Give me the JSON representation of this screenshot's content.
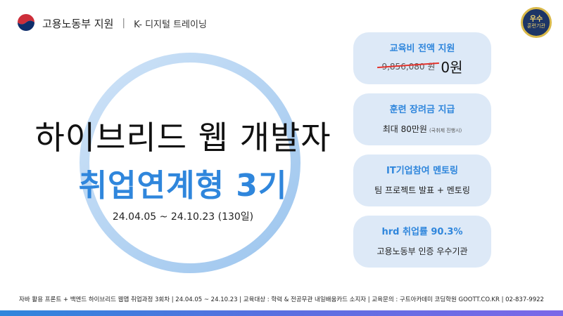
{
  "header": {
    "agency": "고용노동부 지원",
    "separator": "|",
    "program": "K- 디지털 트레이닝"
  },
  "badge": {
    "line1": "우수",
    "line2": "훈련기관"
  },
  "hero": {
    "title_line1": "하이브리드 웹 개발자",
    "title_line2": "취업연계형 3기",
    "period": "24.04.05 ~ 24.10.23 (130일)"
  },
  "cards": [
    {
      "title": "교육비 전액 지원",
      "old_price": "9,856,080 원",
      "new_price": "0원"
    },
    {
      "title": "훈련 장려금 지급",
      "body": "최대 80만원",
      "note": "(국취제 진행시)"
    },
    {
      "title": "IT기업참여 멘토링",
      "body": "팀 프로젝트 발표 + 멘토링"
    },
    {
      "title": "hrd 취업률 90.3%",
      "body": "고용노동부 인증 우수기관"
    }
  ],
  "footer": {
    "text": "자바 활용 프론트 + 백엔드 하이브리드 웹앱 취업과정 3회차   |  24.04.05 ~ 24.10.23   |  교육대상 : 학력 & 전공무관 내일배움카드 소지자   |   교육문의 : 구트아카데미 코딩학원 GOOTT.CO.KR | 02-837-9922"
  },
  "colors": {
    "accent": "#2f86dc",
    "card_bg": "#dde9f7",
    "strike": "#e4342d"
  }
}
